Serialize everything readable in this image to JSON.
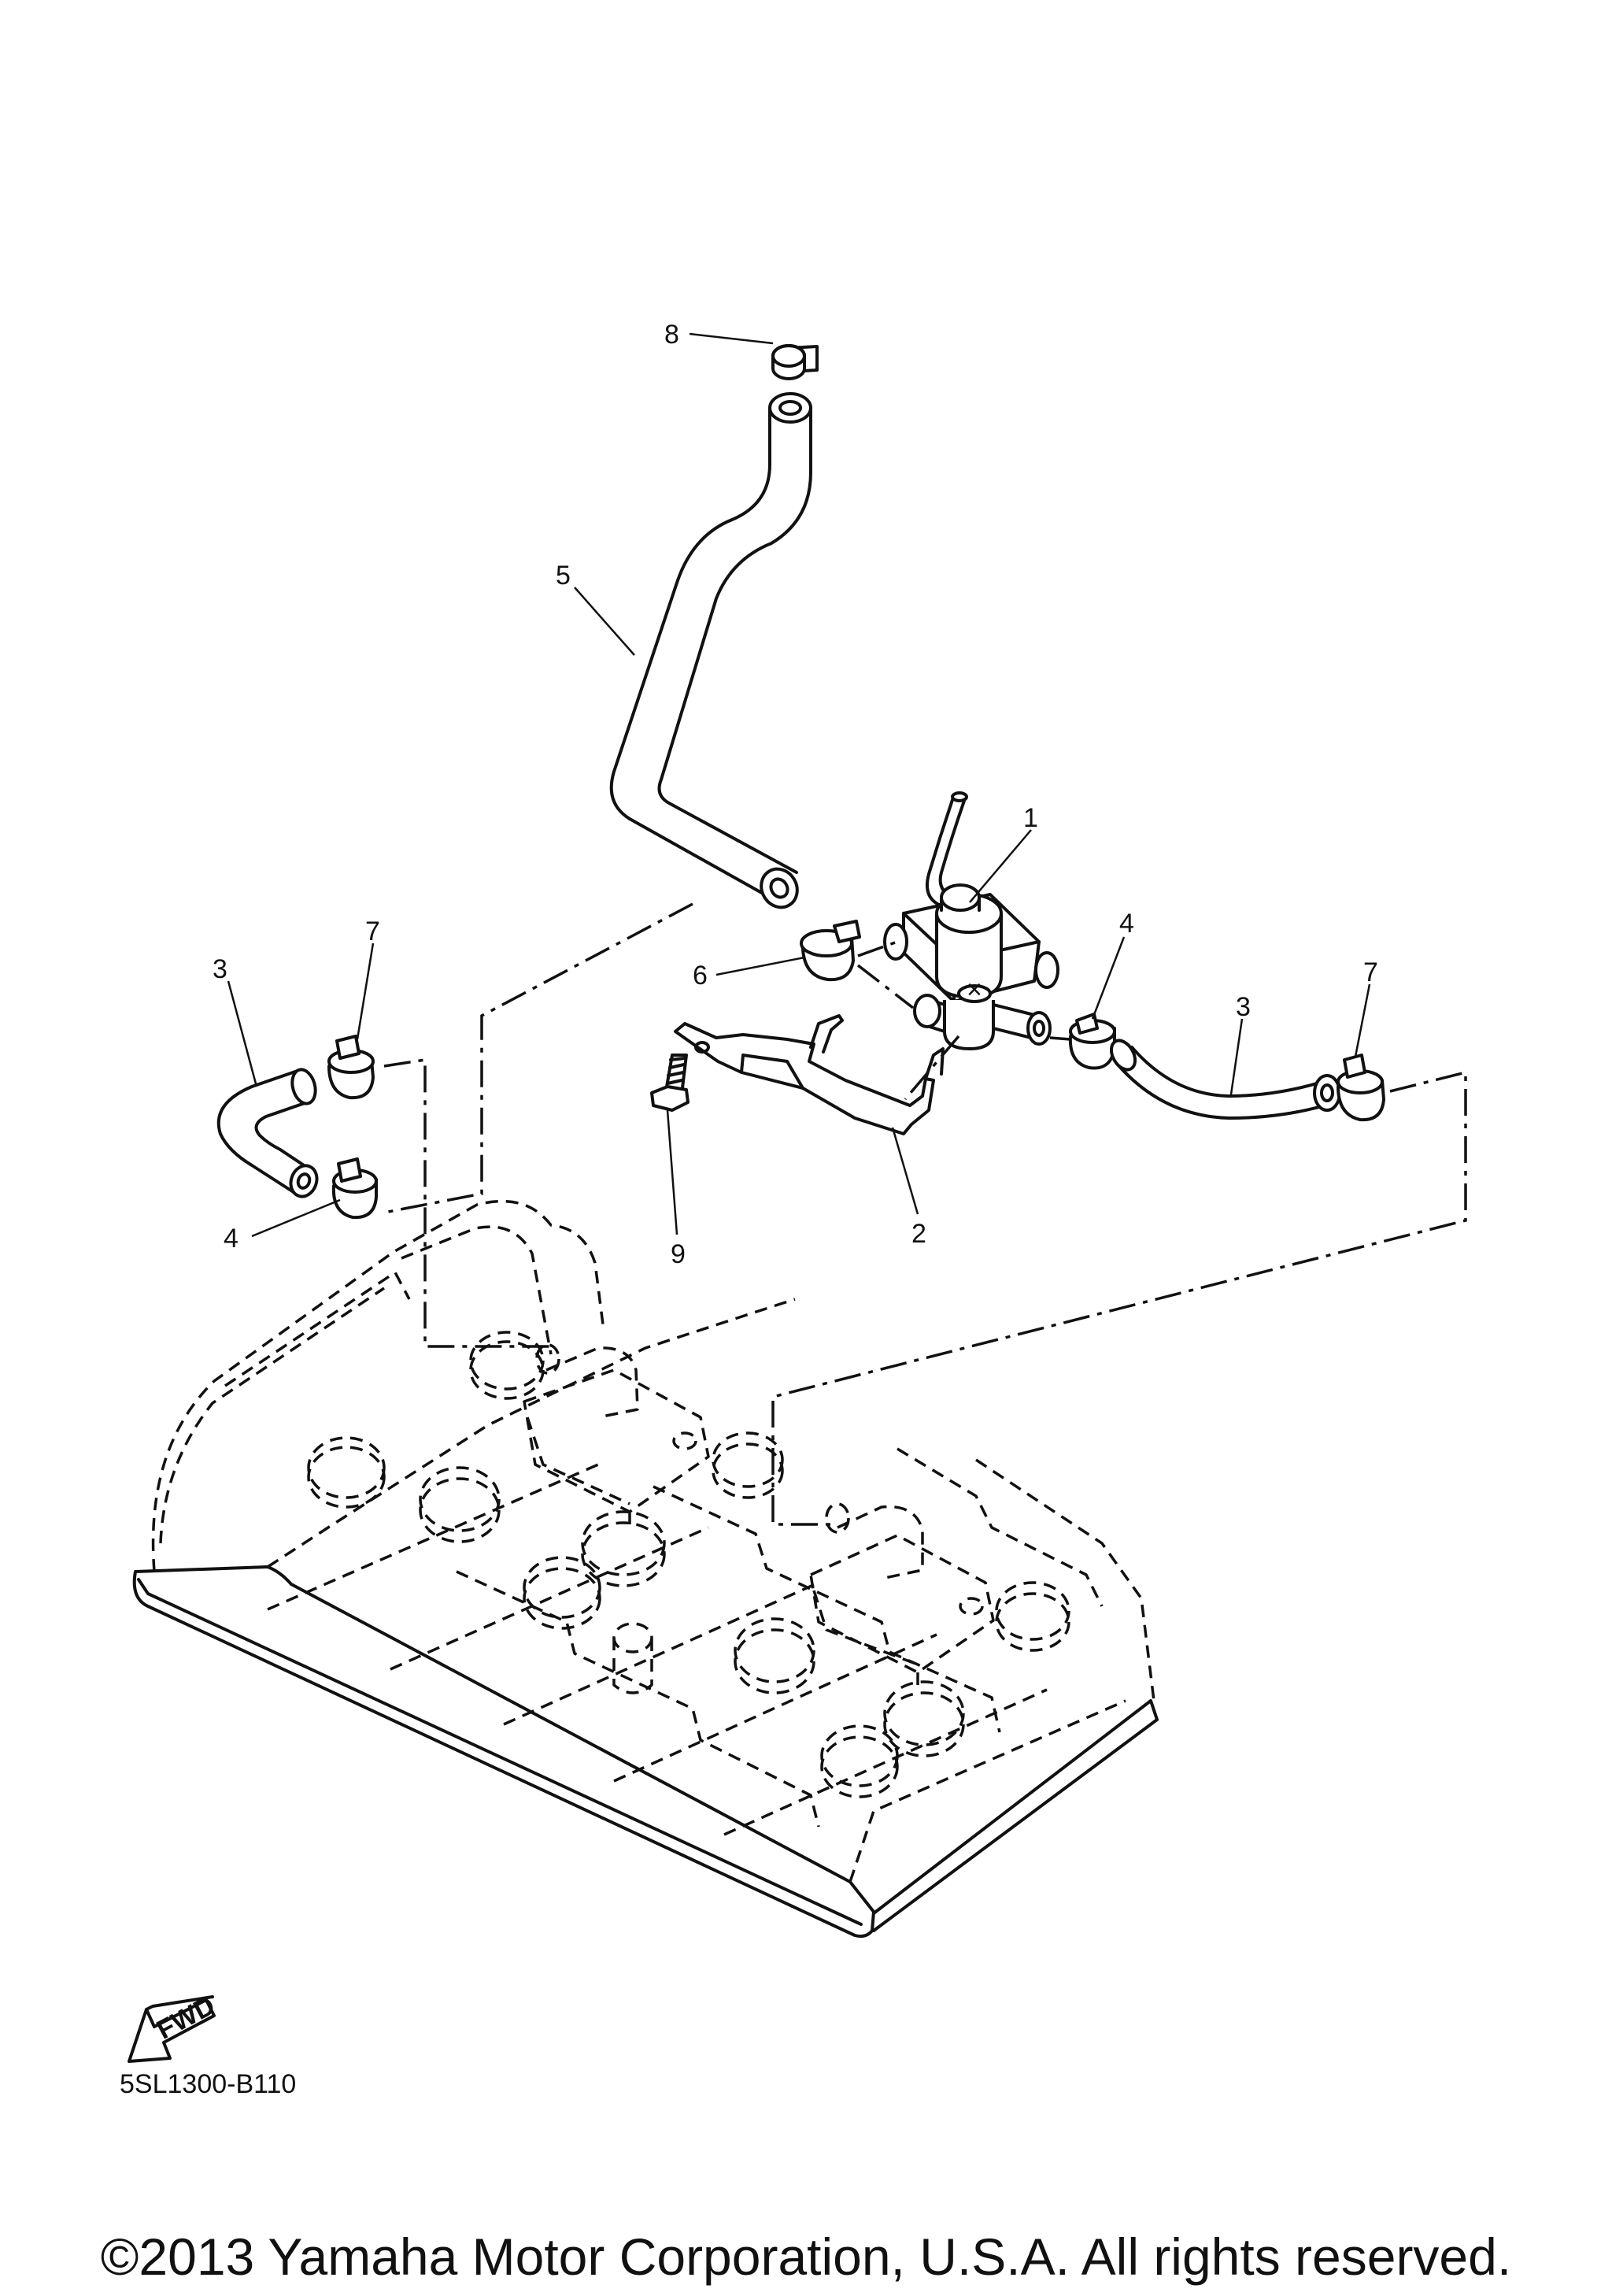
{
  "callouts": [
    {
      "id": "part-1",
      "label": "1"
    },
    {
      "id": "part-2",
      "label": "2"
    },
    {
      "id": "part-3-left",
      "label": "3"
    },
    {
      "id": "part-3-right",
      "label": "3"
    },
    {
      "id": "part-4-left",
      "label": "4"
    },
    {
      "id": "part-4-right",
      "label": "4"
    },
    {
      "id": "part-5",
      "label": "5"
    },
    {
      "id": "part-6",
      "label": "6"
    },
    {
      "id": "part-7-left",
      "label": "7"
    },
    {
      "id": "part-7-right",
      "label": "7"
    },
    {
      "id": "part-8",
      "label": "8"
    },
    {
      "id": "part-9",
      "label": "9"
    }
  ],
  "fwd_label": "FWD",
  "diagram_code": "5SL1300-B110",
  "copyright": "©2013 Yamaha Motor Corporation, U.S.A. All rights reserved."
}
